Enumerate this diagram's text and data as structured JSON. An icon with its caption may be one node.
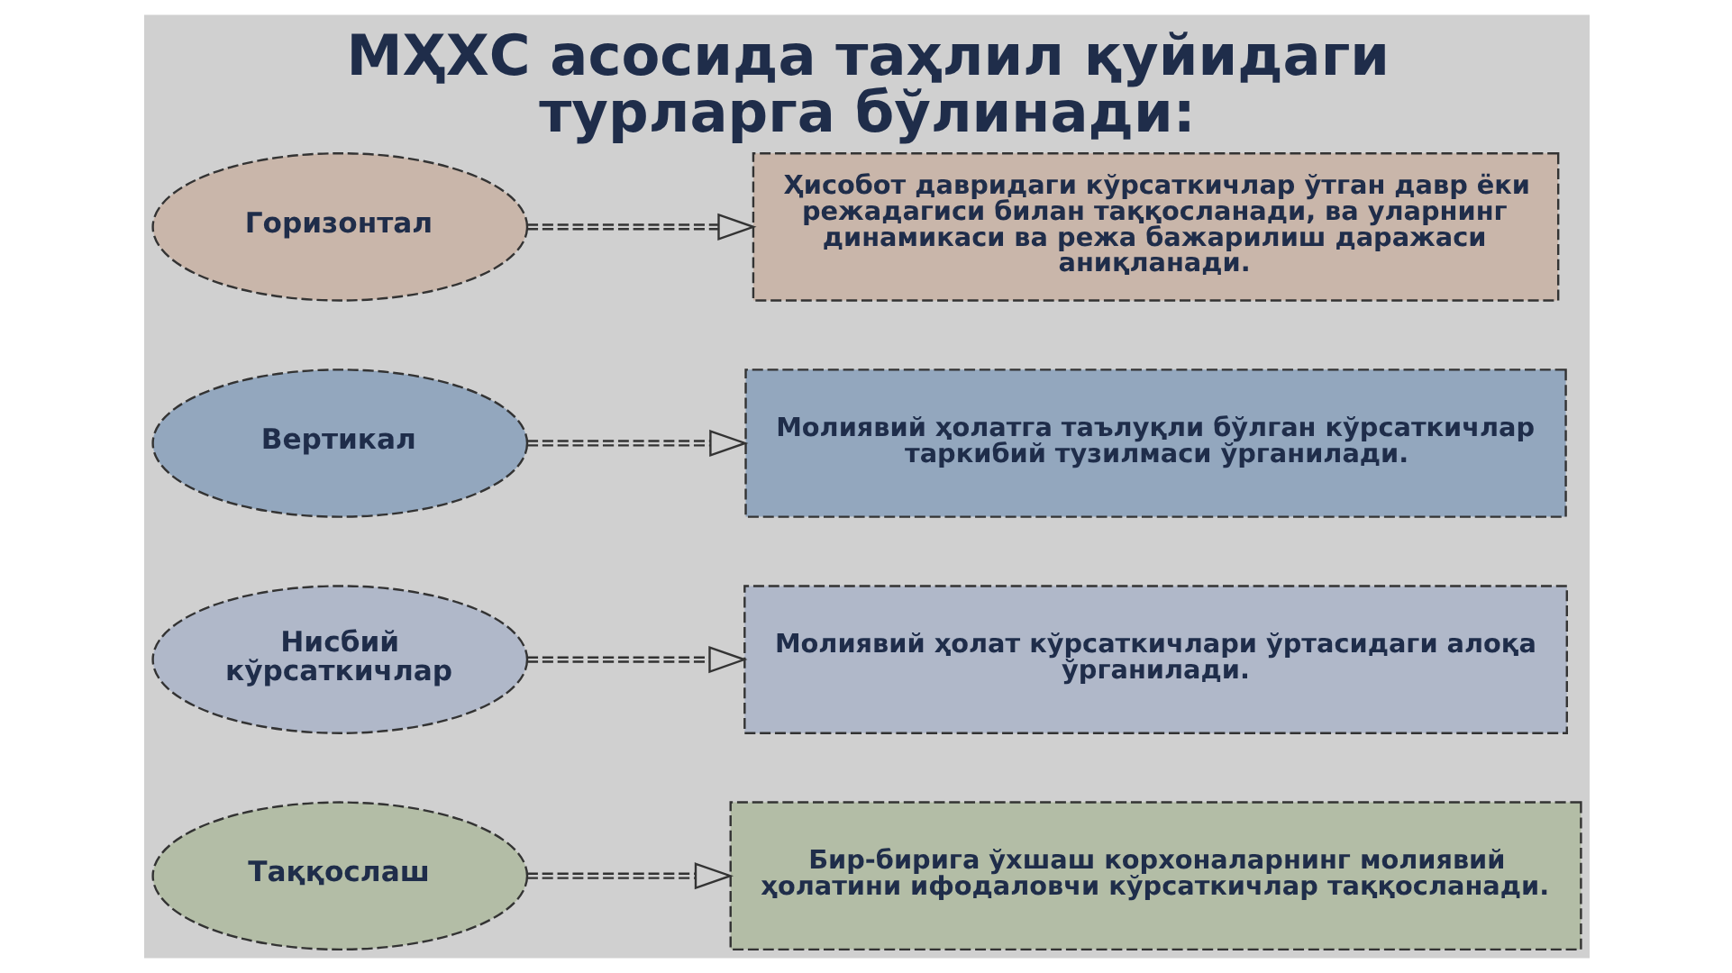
{
  "diagram": {
    "title": "МҲХС асосида таҳлил қуйидаги турларга бўлинади:",
    "nodes": [
      {
        "text": [
          "Горизонтал"
        ]
      },
      {
        "text": [
          "Ҳисобот давридаги кўрсаткичлар ўтган давр ёки режадагиси билан таққосланади, ва уларнинг динамикаси ва режа бажарилиш даражаси аниқланади."
        ]
      },
      {
        "text": [
          "Вертикал"
        ]
      },
      {
        "text": [
          "Молиявий ҳолатга таълуқли бўлган кўрсаткичлар таркибий тузилмаси ўрганилади."
        ]
      },
      {
        "text": [
          "Нисбий кўрсаткичлар"
        ]
      },
      {
        "text": [
          "Молиявий ҳолат кўрсаткичлари ўртасидаги алоқа ўрганилади."
        ]
      },
      {
        "text": [
          "Таққослаш"
        ]
      },
      {
        "text": [
          "Бир-бирига ўхшаш корхоналарнинг молиявий ҳолатини ифодаловчи кўрсаткичлар таққосланади."
        ]
      }
    ],
    "edges": [
      {
        "from": 0,
        "to": 1,
        "arrow": "to",
        "style": "dashed"
      },
      {
        "from": 2,
        "to": 3,
        "arrow": "to",
        "style": "dashed"
      },
      {
        "from": 4,
        "to": 5,
        "arrow": "to",
        "style": "dashed"
      },
      {
        "from": 6,
        "to": 7,
        "arrow": "to",
        "style": "dashed"
      }
    ]
  }
}
